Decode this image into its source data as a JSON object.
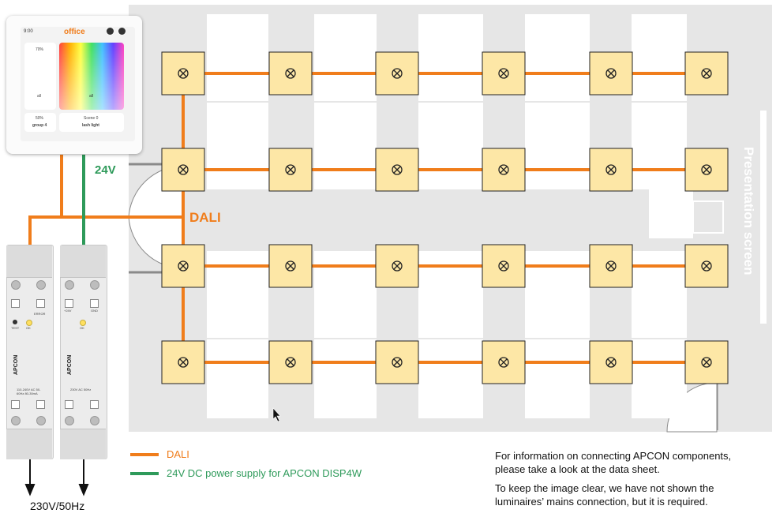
{
  "diagram": {
    "bus_label": "DALI",
    "supply_label": "24V",
    "screen_label": "Presentation screen",
    "mains_label": "230V/50Hz",
    "luminaire_icon": "lamp-cross-circle-icon",
    "luminaire_rows": 4,
    "luminaire_cols": 6
  },
  "panel": {
    "time": "9:00",
    "title": "office",
    "tile_top_left_value": "70%",
    "tile_all_left": "all",
    "tile_all_right": "all",
    "tile_group_value": "50%",
    "tile_group_label": "group 4",
    "tile_scene_label": "Scene 0",
    "tile_scene_name": "lash light"
  },
  "modules": {
    "dali_psu": {
      "brand": "APCON",
      "led_test": "TEST",
      "led_ok": "OK",
      "error_label": "ERROR",
      "input": "110-240V AC 50-60Hz 80-30mA"
    },
    "dc_psu": {
      "brand": "APCON",
      "terminal_plus": "+24V",
      "terminal_gnd": "GND",
      "led_ok": "OK",
      "input": "230V AC 50Hz"
    }
  },
  "legend": [
    {
      "label": "DALI",
      "color": "#f07d1b"
    },
    {
      "label": "24V DC power supply for APCON DISP4W",
      "color": "#2e9a5a"
    }
  ],
  "notes": [
    "For information on connecting APCON components,",
    "please take a look at the data sheet.",
    "To keep the image clear, we have not shown the",
    "luminaires’ mains connection, but it is required."
  ],
  "colors": {
    "dali": "#f07d1b",
    "dc": "#2e9a5a",
    "luminaire_fill": "#fde7a6",
    "room_floor": "#e6e6e6",
    "desk": "#ffffff"
  }
}
